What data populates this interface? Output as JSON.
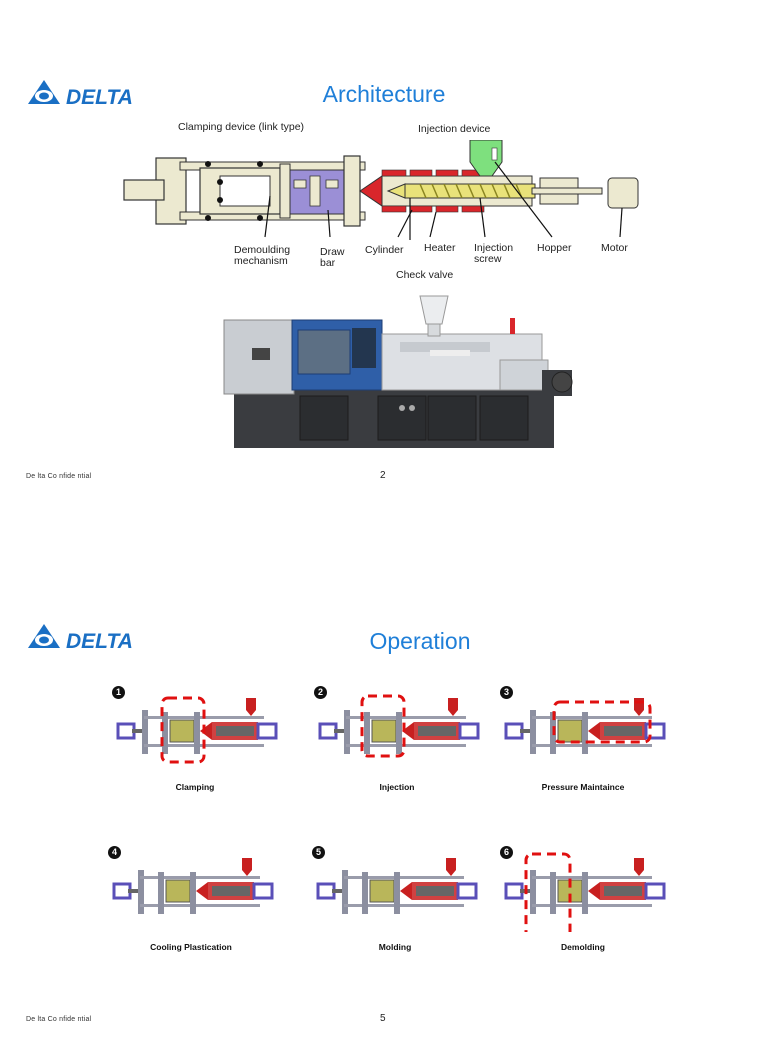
{
  "brand": {
    "logo_text": "DELTA"
  },
  "slide1": {
    "title": "Architecture",
    "labels": {
      "clamping": "Clamping  device (link type)",
      "injection_device": "Injection device",
      "demoulding_1": "Demoulding",
      "demoulding_2": "mechanism",
      "draw_1": "Draw",
      "draw_2": "bar",
      "cylinder": "Cylinder",
      "heater": "Heater",
      "injection_screw_1": "Injection",
      "injection_screw_2": "screw",
      "hopper": "Hopper",
      "motor": "Motor",
      "check_valve": "Check valve"
    },
    "footer": "De lta Co nfide ntial",
    "page": "2"
  },
  "slide2": {
    "title": "Operation",
    "steps": [
      {
        "num": "1",
        "label": "Clamping"
      },
      {
        "num": "2",
        "label": "Injection"
      },
      {
        "num": "3",
        "label": "Pressure Maintaince"
      },
      {
        "num": "4",
        "label": "Cooling Plastication"
      },
      {
        "num": "5",
        "label": "Molding"
      },
      {
        "num": "6",
        "label": "Demolding"
      }
    ],
    "footer": "De lta Co nfide ntial",
    "page": "5"
  },
  "colors": {
    "title_blue": "#1f7fd8",
    "logo_blue": "#1a6fc4",
    "mold_purple": "#9b8fd6",
    "heater_red": "#d9262b",
    "hopper_green": "#7ee07e",
    "screw_yellow": "#e9e27a"
  }
}
